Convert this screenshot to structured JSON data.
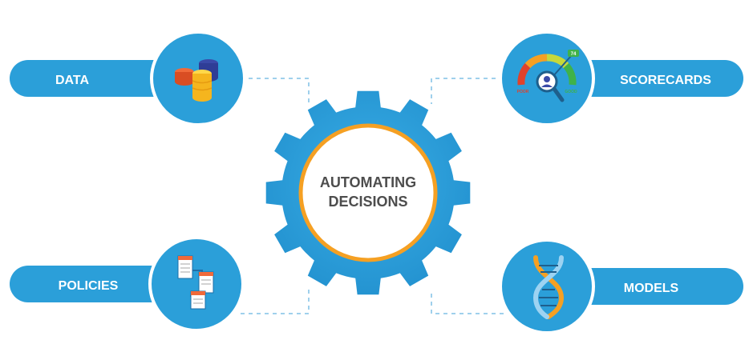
{
  "center": {
    "line1": "AUTOMATING",
    "line2": "DECISIONS"
  },
  "nodes": {
    "data": {
      "label": "DATA",
      "icon": "database-coins-icon"
    },
    "policies": {
      "label": "POLICIES",
      "icon": "flowchart-documents-icon"
    },
    "scorecards": {
      "label": "SCORECARDS",
      "icon": "credit-score-gauge-icon",
      "gauge_low": "POOR",
      "gauge_high": "GOOD",
      "gauge_value": "74"
    },
    "models": {
      "label": "MODELS",
      "icon": "dna-helix-icon"
    }
  },
  "colors": {
    "blue": "#2b9fd9",
    "blue_dark": "#1e8ac4",
    "orange": "#f5a023",
    "text_dark": "#4d4d4d",
    "white": "#ffffff",
    "connector": "#9fd0ec"
  }
}
